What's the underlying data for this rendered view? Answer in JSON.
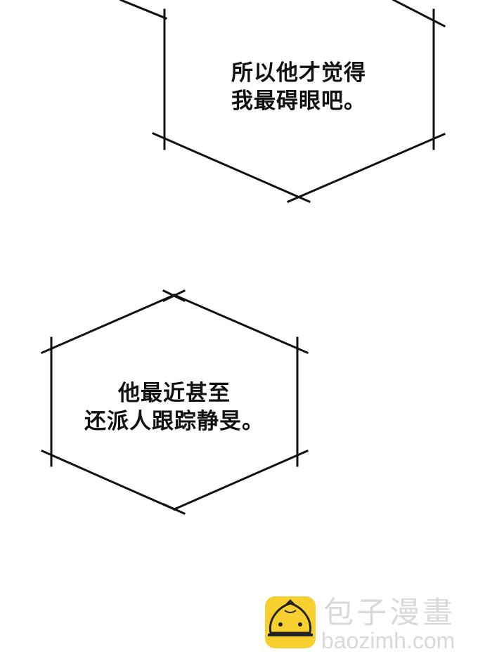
{
  "panel": {
    "bubble_top": {
      "lines": [
        "所以他才觉得",
        "我最碍眼吧。"
      ]
    },
    "bubble_bottom": {
      "lines": [
        "他最近甚至",
        "还派人跟踪静旻。"
      ]
    }
  },
  "watermark": {
    "logo_icon": "steamed-bun-logo-icon",
    "title": "包子漫畫",
    "url": "baozimh.com",
    "logo_color": "#f7cf2e",
    "text_color": "#d9d9d9"
  }
}
